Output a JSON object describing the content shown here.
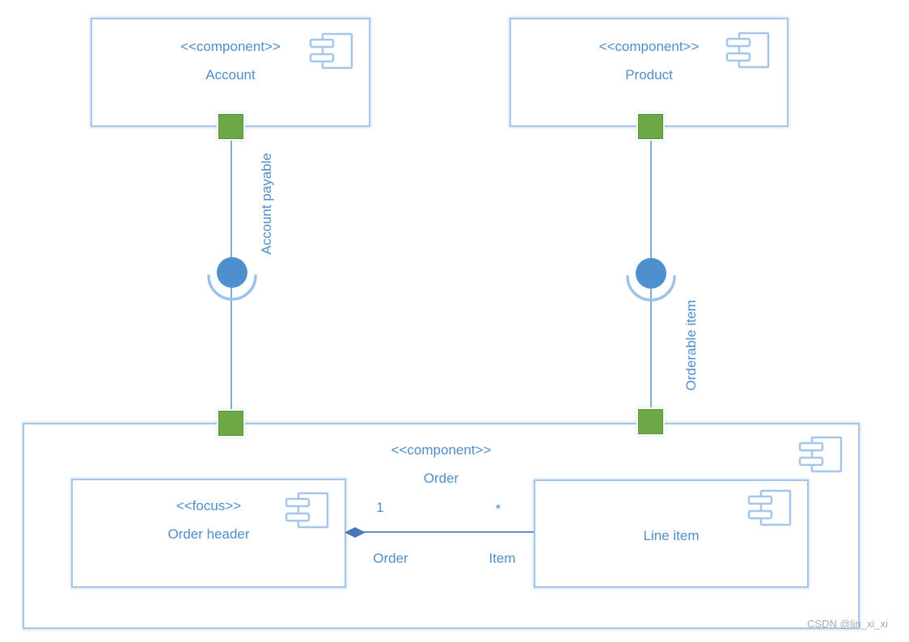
{
  "colors": {
    "box_border": "#a5c6e9",
    "connector": "#84aad6",
    "text_blue": "#4e8ecb",
    "ball": "#4e8fce",
    "socket": "#9cc2e5",
    "port_fill": "#6ca845",
    "port_border": "#5a8f3c",
    "association": "#5b93cc",
    "diamond": "#4779b8",
    "watermark": "#a9a9a9"
  },
  "icons": {
    "component": "component-icon",
    "port": "port-square",
    "provided_interface": "ball-icon",
    "required_interface": "socket-arc-icon"
  },
  "components": {
    "account": {
      "stereotype": "<<component>>",
      "name": "Account"
    },
    "product": {
      "stereotype": "<<component>>",
      "name": "Product"
    },
    "order": {
      "stereotype": "<<component>>",
      "name": "Order"
    },
    "order_header": {
      "stereotype": "<<focus>>",
      "name": "Order header"
    },
    "line_item": {
      "name": "Line item"
    }
  },
  "interfaces": {
    "account_payable": "Account payable",
    "orderable_item": "Orderable item"
  },
  "association": {
    "source_multiplicity": "1",
    "target_multiplicity": "*",
    "source_role": "Order",
    "target_role": "Item"
  },
  "watermark": "CSDN @lin_xi_xi"
}
